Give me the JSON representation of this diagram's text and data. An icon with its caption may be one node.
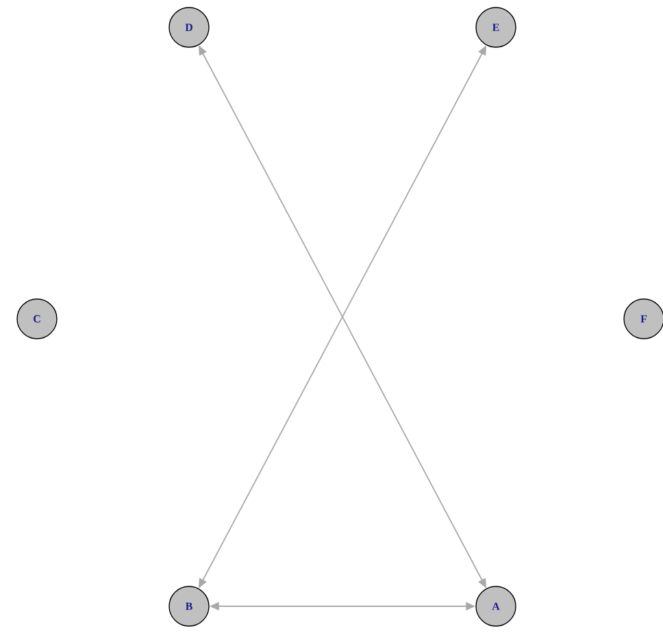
{
  "diagram": {
    "nodes": [
      {
        "text": [
          "D"
        ]
      },
      {
        "text": [
          "E"
        ]
      },
      {
        "text": [
          "C"
        ]
      },
      {
        "text": [
          "F"
        ]
      },
      {
        "text": [
          "B"
        ]
      },
      {
        "text": [
          "A"
        ]
      }
    ],
    "edges": [
      {
        "from": 4,
        "to": 5,
        "arrow": "both"
      },
      {
        "from": 5,
        "to": 0,
        "arrow": "both"
      },
      {
        "from": 4,
        "to": 1,
        "arrow": "both"
      }
    ]
  }
}
